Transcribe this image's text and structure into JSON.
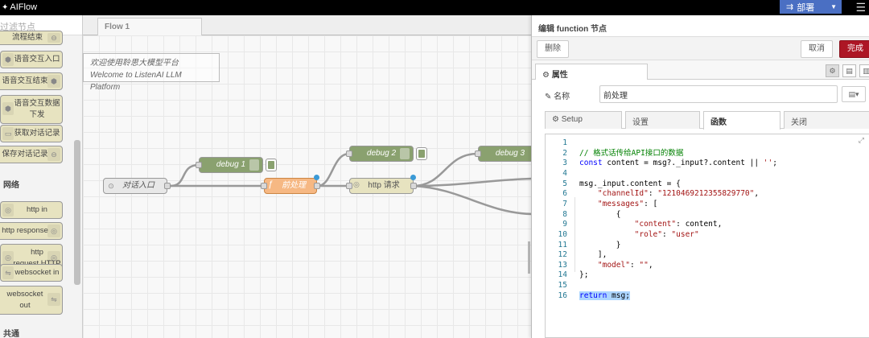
{
  "app": {
    "title": "AIFlow"
  },
  "header": {
    "deploy_label": "部署"
  },
  "palette": {
    "filter_placeholder": "过滤节点",
    "items_top": [
      "流程结束",
      "语音交互入口",
      "语音交互结束",
      "语音交互数据\n下发",
      "获取对话记录",
      "保存对话记录"
    ],
    "category_network": "网络",
    "items_network": [
      "http in",
      "http response",
      "http\nrequest HTTP",
      "websocket in",
      "websocket\nout"
    ],
    "category_common": "共通"
  },
  "workspace": {
    "tab_label": "Flow 1",
    "comment_line1": "欢迎使用聆思大模型平台",
    "comment_line2": "Welcome to ListenAI LLM Platform",
    "nodes": {
      "inject": "对话入口",
      "debug1": "debug 1",
      "debug2": "debug 2",
      "debug3": "debug 3",
      "function": "前处理",
      "http": "http 请求"
    }
  },
  "editor": {
    "title": "编辑 function 节点",
    "delete_label": "删除",
    "cancel_label": "取消",
    "done_label": "完成",
    "properties_tab": "属性",
    "name_label": "名称",
    "name_value": "前处理",
    "inner_tabs": [
      "Setup",
      "设置",
      "函数",
      "关闭"
    ],
    "active_inner_tab": "函数",
    "code_lines": [
      "",
      "// 格式话传给API接口的数据",
      "const content = msg?._input?.content || '';",
      "",
      "msg._input.content = {",
      "    \"channelId\": \"1210469212355829770\",",
      "    \"messages\": [",
      "        {",
      "            \"content\": content,",
      "            \"role\": \"user\"",
      "        }",
      "    ],",
      "    \"model\": \"\",",
      "};",
      "",
      "return msg;"
    ]
  },
  "colors": {
    "deploy": "#4a6fc3",
    "done": "#ad1625",
    "function_node": "#f6b883",
    "debug_node": "#8aa16f"
  }
}
